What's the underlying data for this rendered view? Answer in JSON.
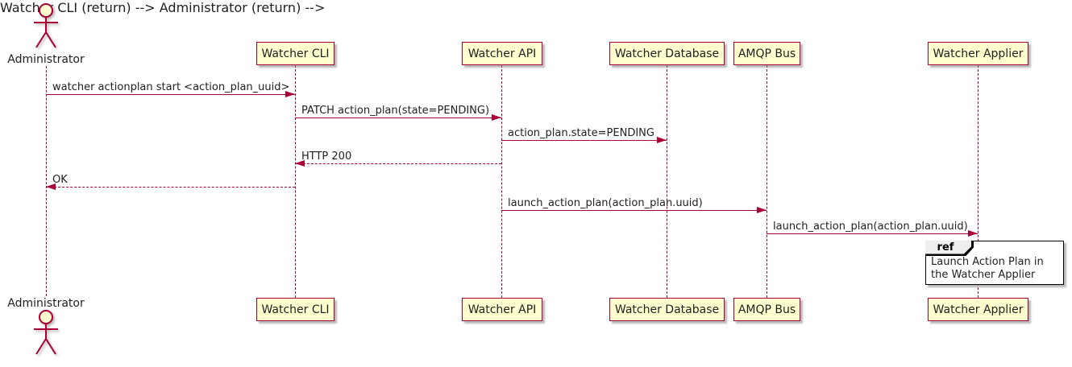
{
  "colors": {
    "participant_fill": "#FEFECE",
    "participant_border": "#A80036",
    "lifeline": "#A80036",
    "arrow": "#A80036",
    "ref_border": "#000000",
    "ref_header_fill": "#EEEEEE",
    "background": "#FFFFFF",
    "text": "#1f1f1f"
  },
  "actor": {
    "name": "Administrator"
  },
  "participants": [
    {
      "label": "Watcher CLI"
    },
    {
      "label": "Watcher API"
    },
    {
      "label": "Watcher Database"
    },
    {
      "label": "AMQP Bus"
    },
    {
      "label": "Watcher Applier"
    }
  ],
  "messages": [
    {
      "from": "Administrator",
      "to": "Watcher CLI",
      "label": "watcher actionplan start <action_plan_uuid>",
      "line": "solid",
      "direction": "right"
    },
    {
      "from": "Watcher CLI",
      "to": "Watcher API",
      "label": "PATCH action_plan(state=PENDING)",
      "line": "solid",
      "direction": "right"
    },
    {
      "from": "Watcher API",
      "to": "Watcher Database",
      "label": "action_plan.state=PENDING",
      "line": "solid",
      "direction": "right"
    },
    {
      "from": "Watcher API",
      "to": "Watcher CLI",
      "label": "HTTP 200",
      "line": "dashed",
      "direction": "left"
    },
    {
      "from": "Watcher CLI",
      "to": "Administrator",
      "label": "OK",
      "line": "dashed",
      "direction": "left"
    },
    {
      "from": "Watcher API",
      "to": "AMQP Bus",
      "label": "launch_action_plan(action_plan.uuid)",
      "line": "solid",
      "direction": "right"
    },
    {
      "from": "AMQP Bus",
      "to": "Watcher Applier",
      "label": "launch_action_plan(action_plan.uuid)",
      "line": "solid",
      "direction": "right"
    }
  ],
  "ref": {
    "keyword": "ref",
    "text": "Launch Action Plan in the Watcher Applier"
  }
}
